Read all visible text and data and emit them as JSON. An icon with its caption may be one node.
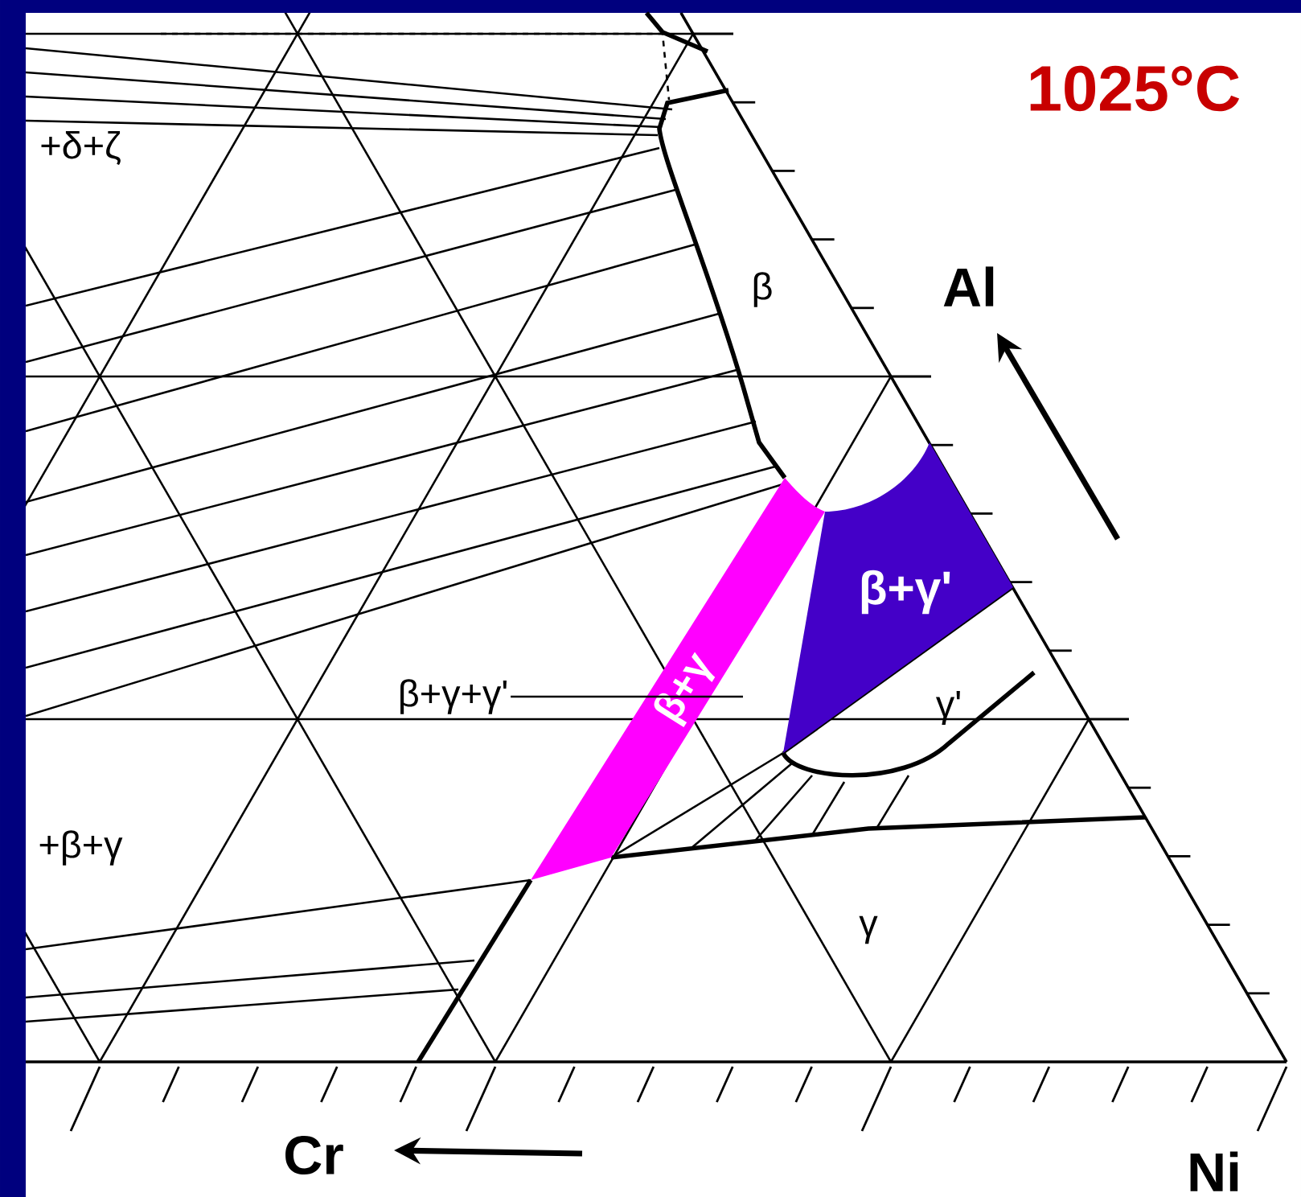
{
  "diagram": {
    "title": "1025°C",
    "nodes": [
      {
        "text": [
          "β+γ+γ'"
        ]
      },
      {
        "text": [
          "β+γ"
        ]
      },
      {
        "text": [
          "β+γ'"
        ]
      }
    ],
    "edges": [
      {
        "from": 0,
        "to": 1,
        "arrow": "none"
      }
    ],
    "labels": [
      "+δ+ζ",
      "β",
      "Al",
      "γ'",
      "+β+γ",
      "γ",
      "Cr",
      "Ni"
    ]
  }
}
